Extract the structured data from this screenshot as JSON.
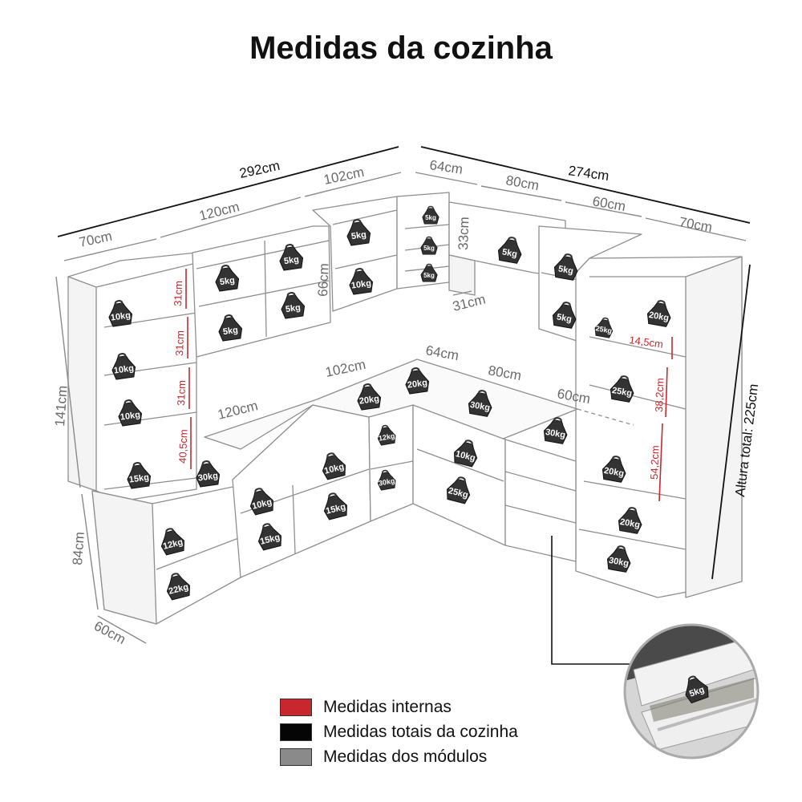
{
  "title": "Medidas da cozinha",
  "dimensions": {
    "total_left": "292cm",
    "total_right": "274cm",
    "total_height": "Altura total: 225cm",
    "upper_left_width": "70cm",
    "upper_wall_width": "120cm",
    "upper_corner_left": "102cm",
    "upper_corner_right": "64cm",
    "upper_right_80": "80cm",
    "upper_right_60": "60cm",
    "upper_right_70": "70cm",
    "upper_module_height": "66cm",
    "small_cabinet_height": "33cm",
    "small_cabinet_depth": "31cm",
    "tower_height": "141cm",
    "base_height": "84cm",
    "base_depth": "60cm",
    "base_120": "120cm",
    "base_102": "102cm",
    "base_64": "64cm",
    "base_80": "80cm",
    "base_60": "60cm"
  },
  "internal_measures": {
    "left_tower": [
      "31cm",
      "31cm",
      "31cm",
      "40,5cm"
    ],
    "right_tower": [
      "14,5cm",
      "38,2cm",
      "54,2cm"
    ]
  },
  "weights": {
    "left_tower": [
      "10kg",
      "10kg",
      "10kg",
      "15kg",
      "30kg"
    ],
    "left_upper": [
      "5kg",
      "5kg",
      "5kg",
      "5kg"
    ],
    "corner_upper": [
      "5kg",
      "10kg"
    ],
    "small_shelves": [
      "5kg",
      "5kg",
      "5kg"
    ],
    "right_upper": [
      "5kg",
      "5kg",
      "5kg"
    ],
    "right_tower": [
      "25kg",
      "20kg",
      "25kg",
      "20kg",
      "20kg",
      "30kg"
    ],
    "base_left": [
      "12kg",
      "22kg"
    ],
    "base_middle": [
      "10kg",
      "10kg",
      "15kg",
      "15kg"
    ],
    "countertop": [
      "20kg",
      "20kg",
      "30kg",
      "30kg"
    ],
    "corner_base": [
      "12kg",
      "30kg"
    ],
    "right_base": [
      "10kg",
      "25kg"
    ],
    "drawer_detail": "5kg"
  },
  "legend": [
    {
      "label": "Medidas internas",
      "color": "#c8282d"
    },
    {
      "label": "Medidas totais da cozinha",
      "color": "#050505"
    },
    {
      "label": "Medidas dos módulos",
      "color": "#8a8a8a"
    }
  ]
}
